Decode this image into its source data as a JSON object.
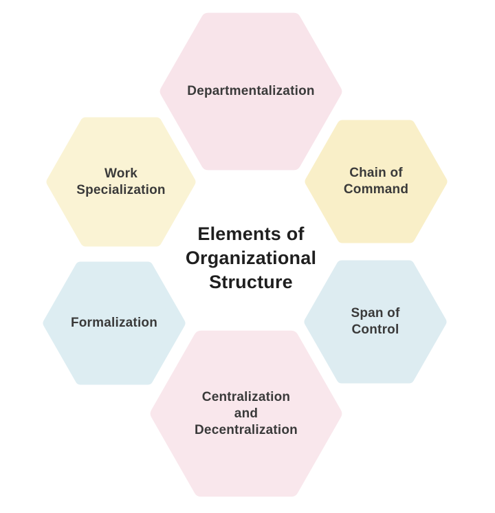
{
  "diagram": {
    "title": "Elements of\nOrganizational\nStructure",
    "title_color": "#1f1f1f",
    "label_color": "#3a3a3a",
    "background_color": "#ffffff",
    "nodes": [
      {
        "id": "departmentalization",
        "label": "Departmentalization",
        "color": "#f8e4ea",
        "position": "top"
      },
      {
        "id": "work-specialization",
        "label": "Work\nSpecialization",
        "color": "#faf3d4",
        "position": "top-left"
      },
      {
        "id": "chain-of-command",
        "label": "Chain of\nCommand",
        "color": "#f9efc8",
        "position": "top-right"
      },
      {
        "id": "formalization",
        "label": "Formalization",
        "color": "#ddedf2",
        "position": "bottom-left"
      },
      {
        "id": "span-of-control",
        "label": "Span of\nControl",
        "color": "#ddecf1",
        "position": "bottom-right"
      },
      {
        "id": "centralization-and-decentralization",
        "label": "Centralization\nand\nDecentralization",
        "color": "#f9e7ec",
        "position": "bottom"
      }
    ]
  }
}
